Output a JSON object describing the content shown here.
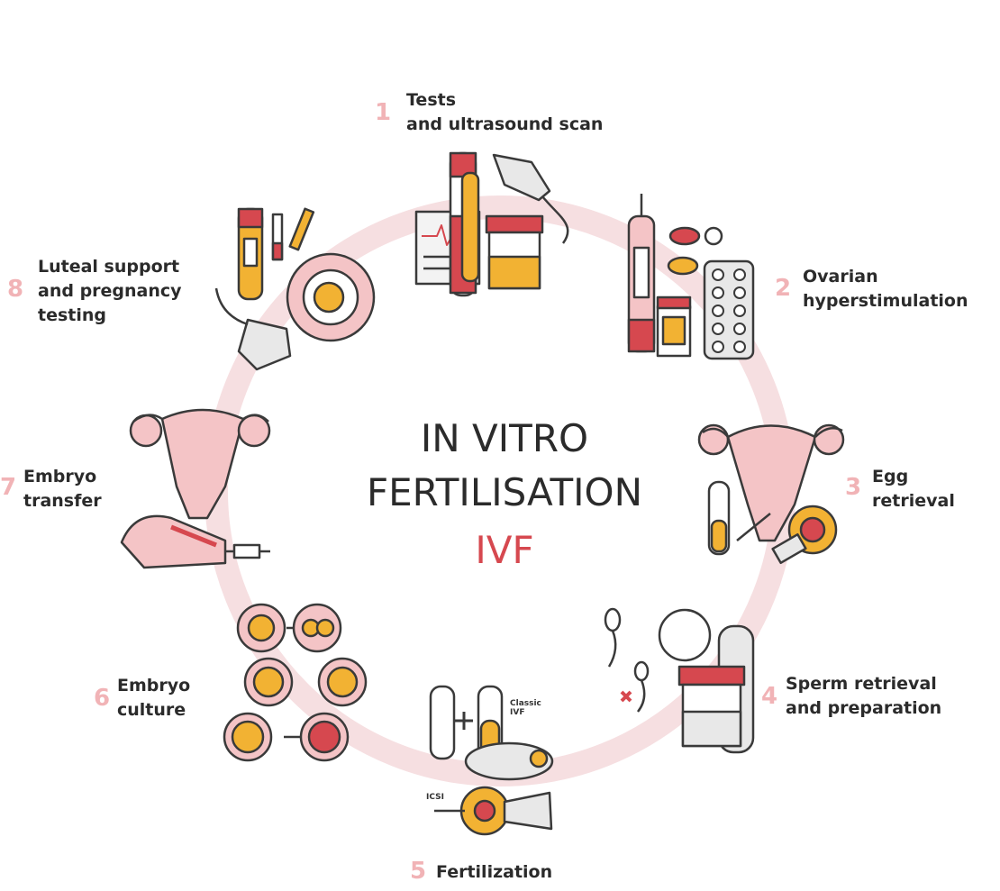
{
  "title": {
    "line1": "IN VITRO",
    "line2": "FERTILISATION",
    "acronym": "IVF"
  },
  "steps": [
    {
      "number": "1",
      "lines": [
        "Tests",
        "and ultrasound scan"
      ]
    },
    {
      "number": "2",
      "lines": [
        "Ovarian",
        "hyperstimulation"
      ]
    },
    {
      "number": "3",
      "lines": [
        "Egg",
        "retrieval"
      ]
    },
    {
      "number": "4",
      "lines": [
        "Sperm retrieval",
        "and preparation"
      ]
    },
    {
      "number": "5",
      "lines": [
        "Fertilization"
      ]
    },
    {
      "number": "6",
      "lines": [
        "Embryo",
        "culture"
      ]
    },
    {
      "number": "7",
      "lines": [
        "Embryo",
        "transfer"
      ]
    },
    {
      "number": "8",
      "lines": [
        "Luteal support",
        "and pregnancy",
        "testing"
      ]
    }
  ],
  "fertilization_labels": {
    "classic_line1": "Classic",
    "classic_line2": "IVF",
    "icsi": "ICSI"
  },
  "colors": {
    "ring": "#f6dfe1",
    "accent_red": "#d6484f",
    "number_pink": "#f1b3b6",
    "outline": "#3a3a3a",
    "yellow": "#f2b233",
    "pink_fill": "#f4c4c6",
    "grey": "#e8e8e8"
  }
}
